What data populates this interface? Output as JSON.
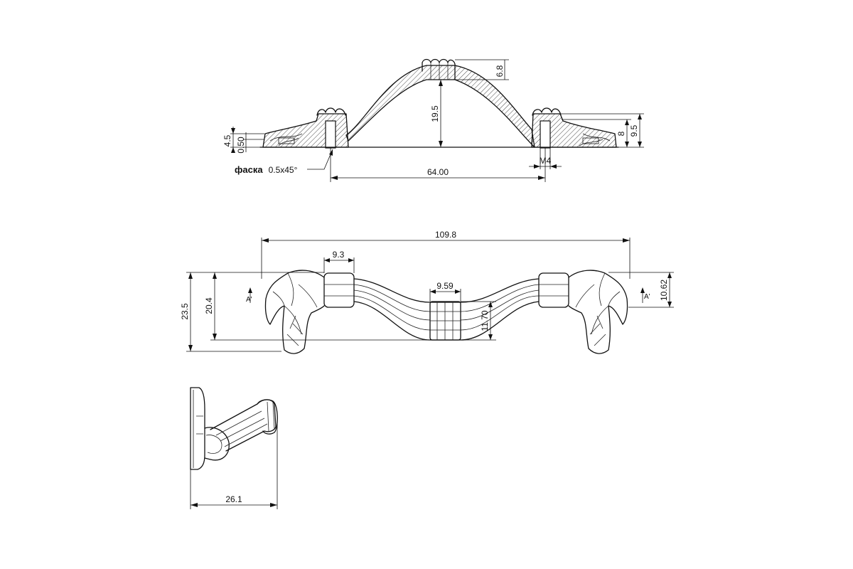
{
  "side_view": {
    "dims": {
      "height_6_8": "6.8",
      "height_19_5": "19.5",
      "height_4_5": "4.5",
      "height_0_50": "0.50",
      "height_8": "8",
      "height_9_5": "9.5",
      "center_64": "64.00",
      "thread_m4": "M4"
    },
    "chamfer_label": "фаска",
    "chamfer_value": "0.5x45°"
  },
  "top_view": {
    "dims": {
      "length_109_8": "109.8",
      "collar_9_3": "9.3",
      "grip_9_59": "9.59",
      "height_23_5": "23.5",
      "height_20_4": "20.4",
      "grip_11_70": "11.70",
      "end_10_62": "10.62"
    },
    "section_mark": "A'"
  },
  "end_view": {
    "dims": {
      "depth_26_1": "26.1"
    }
  }
}
